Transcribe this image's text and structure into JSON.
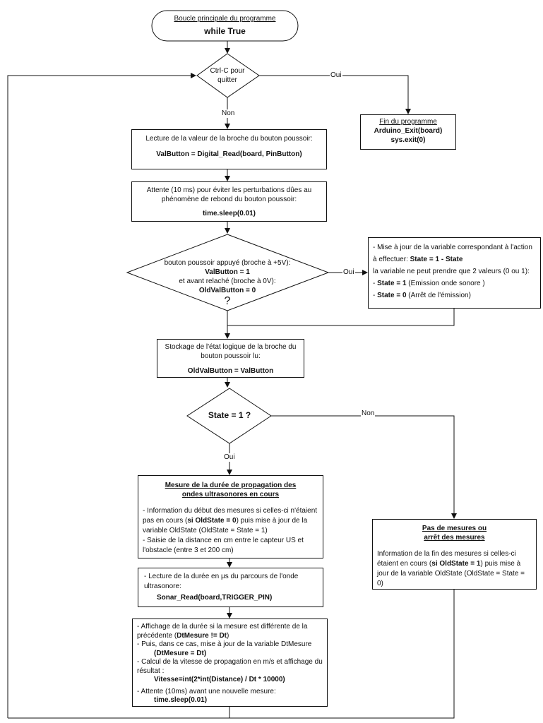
{
  "start": {
    "title": "Boucle principale du programme",
    "code": "while True"
  },
  "quit_decision": {
    "text": "Ctrl-C pour quitter",
    "yes": "Oui",
    "no": "Non"
  },
  "end_box": {
    "title": "Fin du programme",
    "line1": "Arduino_Exit(board)",
    "line2": "sys.exit(0)"
  },
  "read_box": {
    "text": "Lecture de la valeur de la broche du bouton poussoir:",
    "code": "ValButton = Digital_Read(board, PinButton)"
  },
  "wait_box": {
    "text": "Attente (10 ms) pour éviter les perturbations dûes au phénomène de rebond du bouton poussoir:",
    "code": "time.sleep(0.01)"
  },
  "press_decision": {
    "line1": "bouton poussoir appuyé (broche à +5V):",
    "line2": "ValButton = 1",
    "line3": "et avant relaché (broche à 0V):",
    "line4": "OldValButton = 0",
    "q": "?",
    "yes": "Oui"
  },
  "update_box": {
    "line1": "- Mise à jour de la variable correspondant à l'action",
    "line2_pre": "à effectuer: ",
    "line2_code": "State = 1 - State",
    "line3": "la variable ne peut prendre que 2 valeurs (0 ou 1):",
    "line4_pre": "- ",
    "line4_code": "State = 1",
    "line4_post": " (Emission onde sonore )",
    "line5_pre": "- ",
    "line5_code": "State = 0",
    "line5_post": " (Arrêt de l'émission)"
  },
  "store_box": {
    "text": "Stockage de l'état logique de la broche du bouton poussoir lu:",
    "code": "OldValButton = ValButton"
  },
  "state_decision": {
    "text": "State = 1 ?",
    "yes": "Oui",
    "no": "Non"
  },
  "measure_box": {
    "title1": "Mesure de la durée de propagation des",
    "title2": "ondes ultrasonores en cours",
    "p1_pre": "- Information du début des mesures si celles-ci n'étaient pas en cours  (",
    "p1_code": "si OldState = 0",
    "p1_post": ")  puis mise à jour de la variable OldState (OldState = State = 1)",
    "p2": "- Saisie de la distance en cm entre le capteur US et l'obstacle (entre 3 et 200 cm)"
  },
  "sonar_box": {
    "text": "- Lecture de la durée en µs du parcours de l'onde ultrasonore:",
    "code": "Sonar_Read(board,TRIGGER_PIN)"
  },
  "display_box": {
    "l1": "- Affichage de la durée si la mesure est différente de la précédente  (",
    "l1_code": "DtMesure != Dt",
    "l1_end": ")",
    "l2": "- Puis, dans ce cas, mise à jour de la variable DtMesure",
    "l2_code": "(DtMesure = Dt)",
    "l3": "- Calcul de la vitesse de propagation en m/s et affichage du résultat :",
    "l3_code": "Vitesse=int(2*int(Distance) / Dt * 10000)",
    "l4": "- Attente (10ms) avant une nouvelle mesure:",
    "l4_code": "time.sleep(0.01)"
  },
  "no_measure_box": {
    "title1": "Pas de mesures ou",
    "title2": "arrêt des mesures",
    "p_pre": "Information de la fin des mesures si celles-ci étaient en cours (",
    "p_code": "si OldState = 1",
    "p_post": ")  puis mise à jour de la variable OldState (OldState = State = 0)"
  }
}
